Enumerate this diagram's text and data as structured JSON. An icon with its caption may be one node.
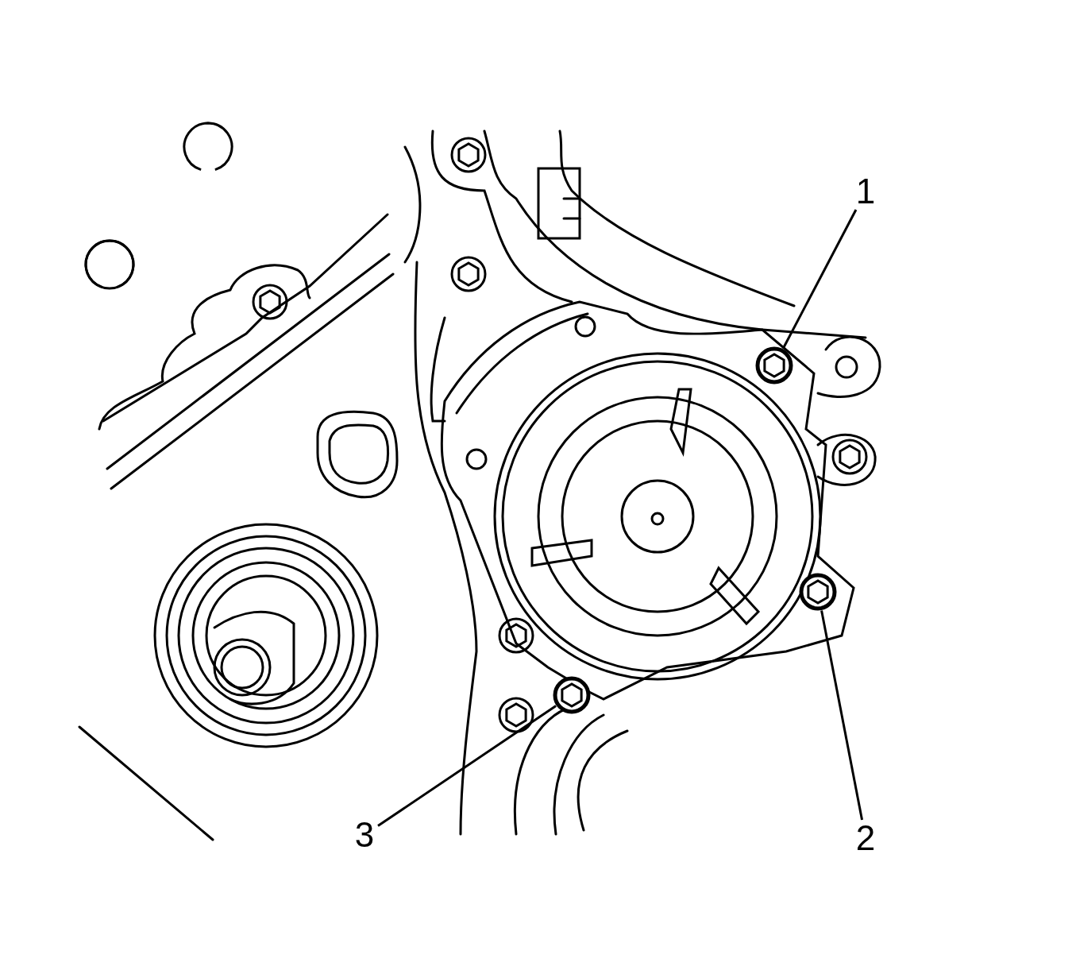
{
  "diagram": {
    "nodes": [
      {
        "text": [
          "1"
        ]
      },
      {
        "text": [],
        "shape": "circle"
      },
      {
        "text": [
          "2"
        ]
      },
      {
        "text": [],
        "shape": "circle"
      },
      {
        "text": [
          "3"
        ]
      },
      {
        "text": [],
        "shape": "circle"
      }
    ],
    "edges": [
      {
        "from": 0,
        "to": 1,
        "arrow": "none"
      },
      {
        "from": 2,
        "to": 3,
        "arrow": "none"
      },
      {
        "from": 4,
        "to": 5,
        "arrow": "none"
      }
    ]
  }
}
